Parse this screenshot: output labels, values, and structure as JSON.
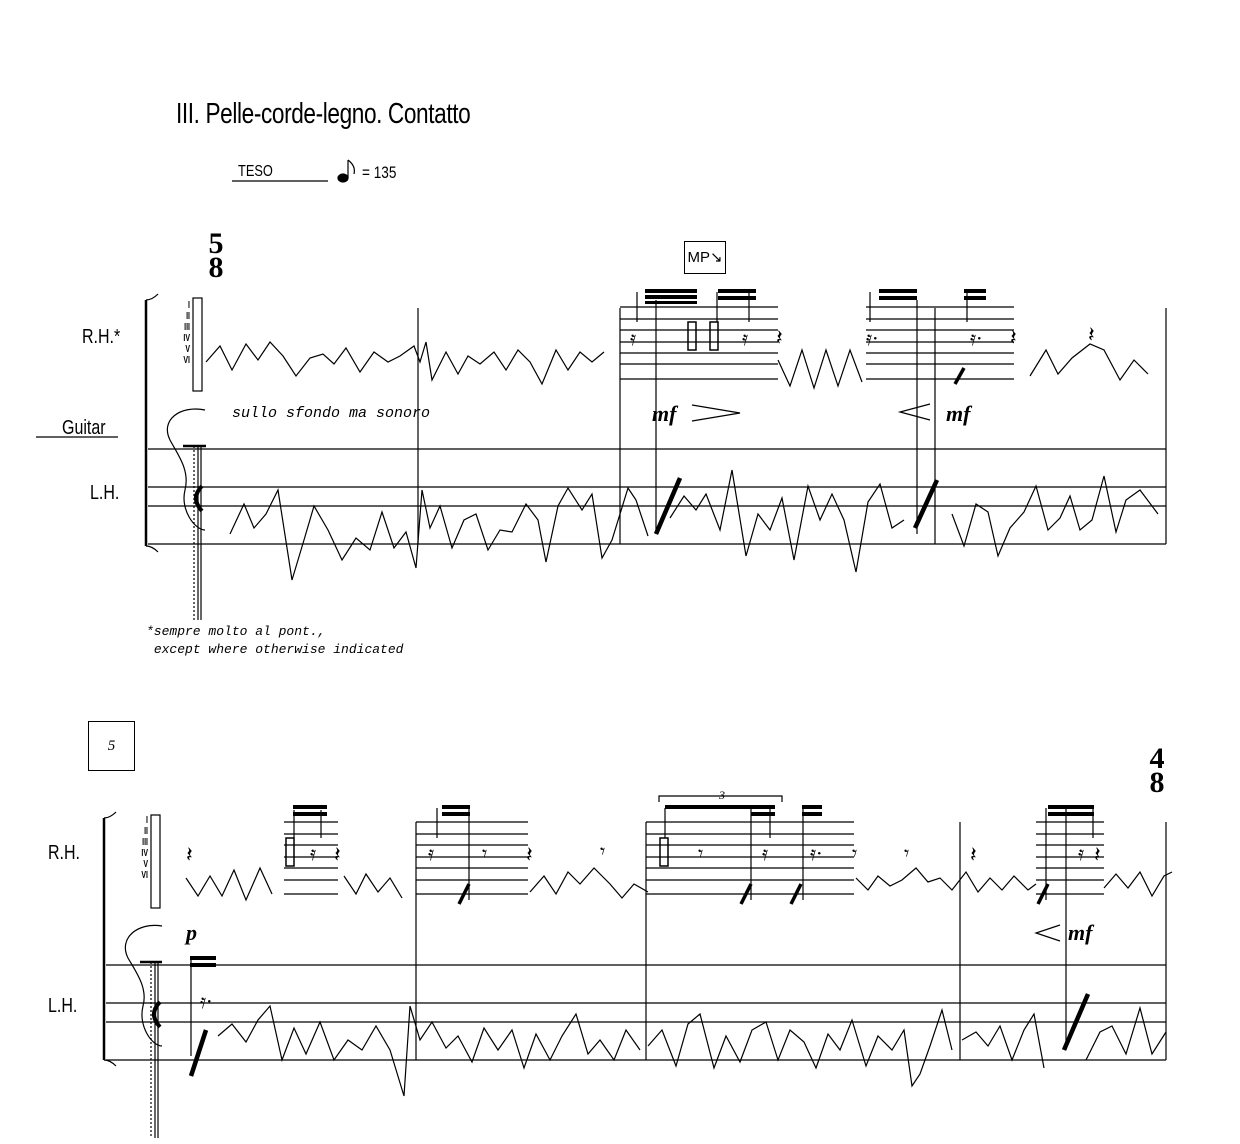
{
  "movement_title": "III. Pelle-corde-legno. Contatto",
  "tempo": {
    "word": "TESO",
    "value": "= 135"
  },
  "system1": {
    "time_signature": {
      "top": "5",
      "bottom": "8"
    },
    "rh_label": "R.H.*",
    "instrument_label": "Guitar",
    "lh_label": "L.H.",
    "strings": [
      "I",
      "II",
      "III",
      "IV",
      "V",
      "VI"
    ],
    "expression": "sullo sfondo ma sonoro",
    "boxed_marking": "MP↘",
    "dynamics": [
      "mf",
      "mf"
    ],
    "footnote_line1": "*sempre molto al pont.,",
    "footnote_line2": "except where otherwise indicated"
  },
  "system2": {
    "measure_number": "5",
    "time_signature": {
      "top": "4",
      "bottom": "8"
    },
    "rh_label": "R.H.",
    "lh_label": "L.H.",
    "strings": [
      "I",
      "II",
      "III",
      "IV",
      "V",
      "VI"
    ],
    "tuplet": "3",
    "dynamics": [
      "p",
      "mf"
    ]
  }
}
